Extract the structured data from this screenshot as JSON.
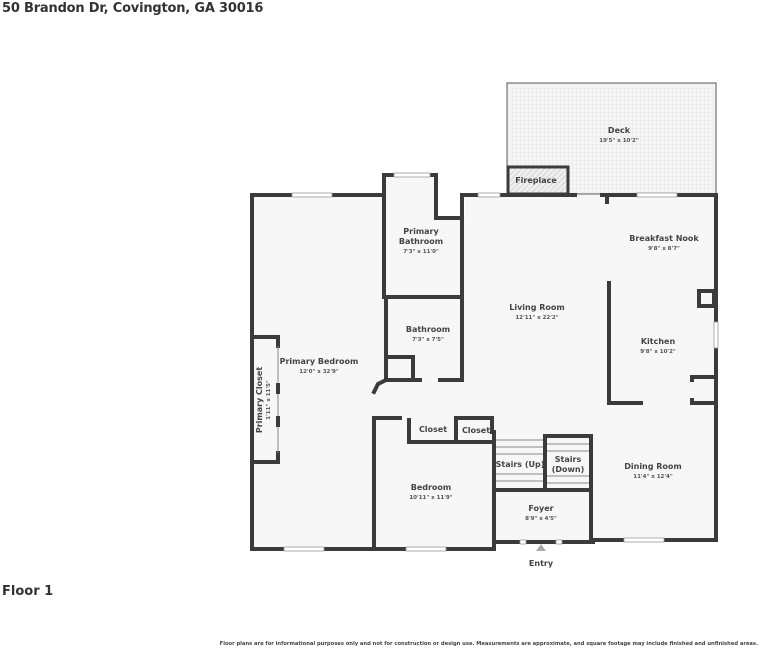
{
  "header": {
    "address": "50 Brandon Dr, Covington, GA 30016"
  },
  "floor": {
    "label": "Floor 1"
  },
  "footer": {
    "disclaimer": "Floor plans are for informational purposes only and not for construction or design use. Measurements are approximate, and square footage may include finished and unfinished areas."
  },
  "colors": {
    "wall": "#3b3b3b",
    "floor_fill": "#f7f7f7",
    "deck_fill": "#f3f3f3",
    "text": "#444444"
  },
  "rooms": {
    "deck": {
      "name": "Deck",
      "dims": "19'5\" x 10'2\""
    },
    "fireplace": {
      "name": "Fireplace"
    },
    "primary_bathroom": {
      "name_line1": "Primary",
      "name_line2": "Bathroom",
      "dims": "7'3\" x 11'0\""
    },
    "breakfast_nook": {
      "name": "Breakfast Nook",
      "dims": "9'8\" x 8'7\""
    },
    "living_room": {
      "name": "Living Room",
      "dims": "12'11\" x 22'2\""
    },
    "bathroom": {
      "name": "Bathroom",
      "dims": "7'3\" x 7'5\""
    },
    "kitchen": {
      "name": "Kitchen",
      "dims": "9'8\" x 10'2\""
    },
    "primary_bedroom": {
      "name": "Primary Bedroom",
      "dims": "12'0\" x 32'9\""
    },
    "primary_closet": {
      "name": "Primary Closet",
      "dims": "1'11\" x 11'5\""
    },
    "closet_1": {
      "name": "Closet"
    },
    "closet_2": {
      "name": "Closet"
    },
    "stairs_up": {
      "name": "Stairs (Up)"
    },
    "stairs_down": {
      "name_line1": "Stairs",
      "name_line2": "(Down)"
    },
    "bedroom": {
      "name": "Bedroom",
      "dims": "10'11\" x 11'9\""
    },
    "dining_room": {
      "name": "Dining Room",
      "dims": "11'4\" x 12'4\""
    },
    "foyer": {
      "name": "Foyer",
      "dims": "8'9\" x 4'5\""
    },
    "entry": {
      "name": "Entry"
    }
  }
}
